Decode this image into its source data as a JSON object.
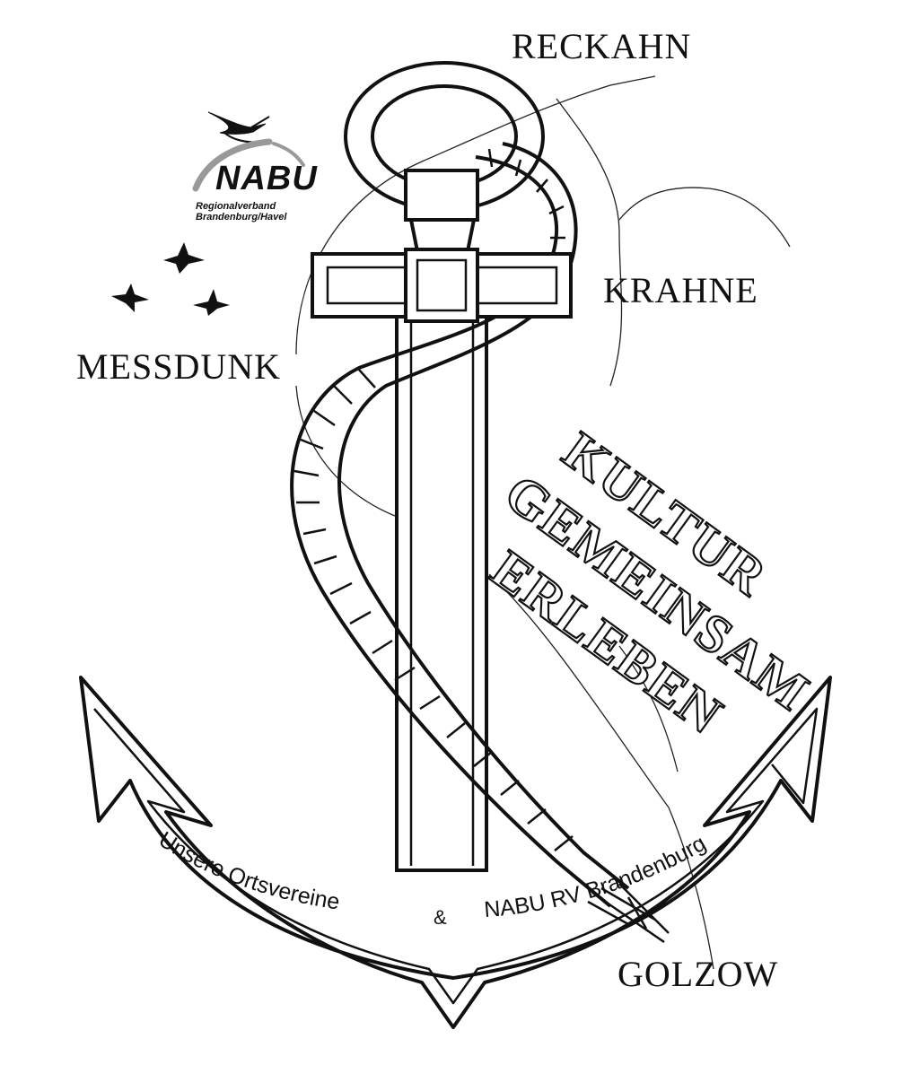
{
  "places": {
    "reckahn": "RECKAHN",
    "krahne": "KRAHNE",
    "messdunk": "MESSDUNK",
    "golzow": "GOLZOW"
  },
  "slogan": {
    "line1": "KULTUR",
    "line2": "GEMEINSAM",
    "line3": "ERLEBEN"
  },
  "logo": {
    "name": "NABU",
    "subtitle_line1": "Regionalverband",
    "subtitle_line2": "Brandenburg/Havel"
  },
  "ribbon": {
    "left_text": "Unsere Ortsvereine",
    "ampersand": "&",
    "right_text": "NABU RV Brandenburg"
  },
  "icons": {
    "stork": "stork-icon",
    "geese": "flying-geese-icon"
  }
}
